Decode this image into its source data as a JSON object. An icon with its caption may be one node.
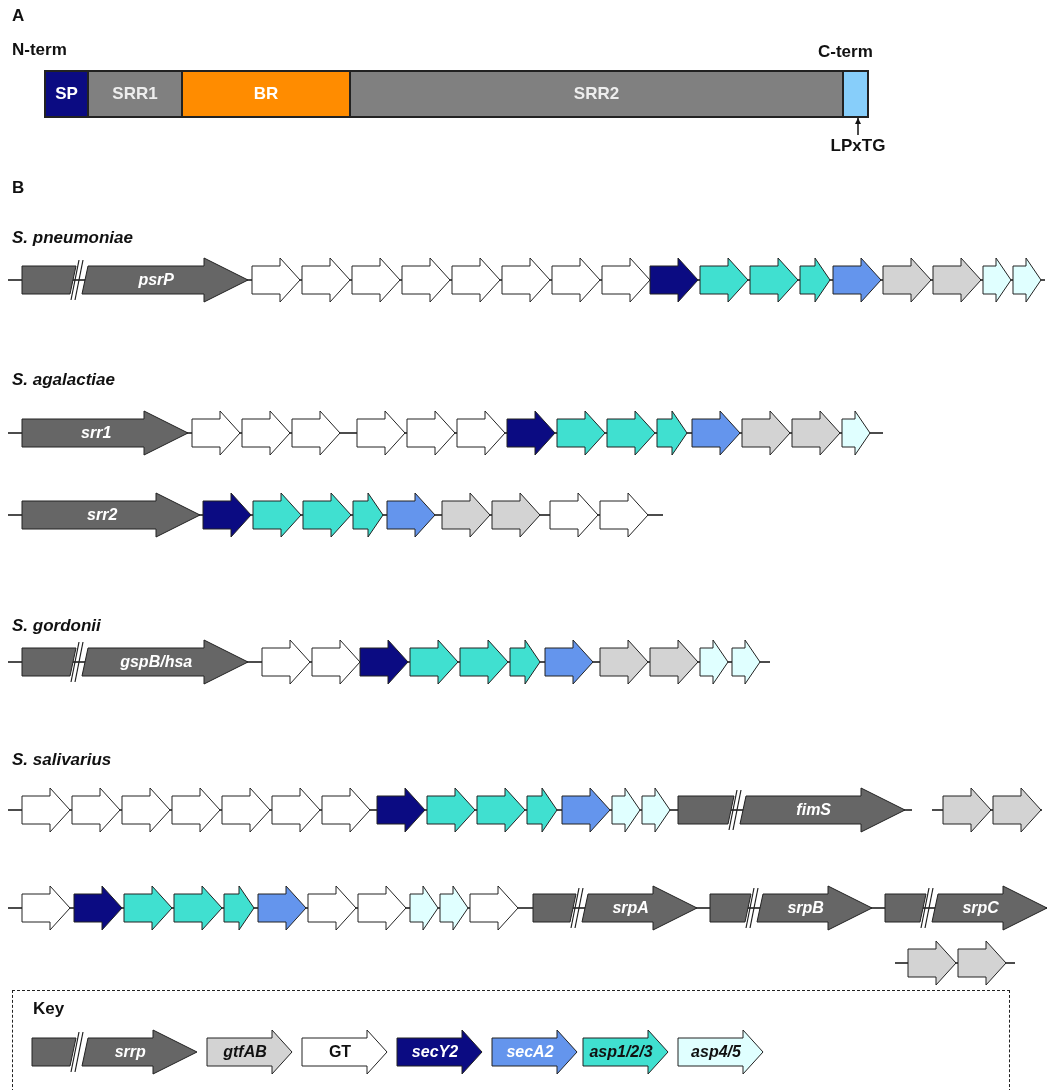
{
  "diagram": {
    "nodes": [
      {
        "text": [
          "SP"
        ]
      },
      {
        "text": [
          "SRR1"
        ]
      },
      {
        "text": [
          "BR"
        ]
      },
      {
        "text": [
          "SRR2"
        ]
      },
      {
        "text": [],
        "shape": "box"
      },
      {
        "text": [
          "LPxTG"
        ]
      },
      {
        "text": [
          "psrP"
        ]
      },
      {
        "text": [],
        "shape": "arrow"
      },
      {
        "text": [],
        "shape": "arrow"
      },
      {
        "text": [],
        "shape": "arrow"
      },
      {
        "text": [],
        "shape": "arrow"
      },
      {
        "text": [],
        "shape": "arrow"
      },
      {
        "text": [],
        "shape": "arrow"
      },
      {
        "text": [],
        "shape": "arrow"
      },
      {
        "text": [],
        "shape": "arrow"
      },
      {
        "text": [],
        "shape": "arrow"
      },
      {
        "text": [],
        "shape": "arrow"
      },
      {
        "text": [],
        "shape": "arrow"
      },
      {
        "text": [],
        "shape": "arrow"
      },
      {
        "text": [],
        "shape": "arrow"
      },
      {
        "text": [],
        "shape": "arrow"
      },
      {
        "text": [],
        "shape": "arrow"
      },
      {
        "text": [],
        "shape": "arrow"
      },
      {
        "text": [],
        "shape": "arrow"
      },
      {
        "text": [
          "srr1"
        ]
      },
      {
        "text": [],
        "shape": "arrow"
      },
      {
        "text": [],
        "shape": "arrow"
      },
      {
        "text": [],
        "shape": "arrow"
      },
      {
        "text": [],
        "shape": "arrow"
      },
      {
        "text": [],
        "shape": "arrow"
      },
      {
        "text": [],
        "shape": "arrow"
      },
      {
        "text": [],
        "shape": "arrow"
      },
      {
        "text": [],
        "shape": "arrow"
      },
      {
        "text": [],
        "shape": "arrow"
      },
      {
        "text": [],
        "shape": "arrow"
      },
      {
        "text": [],
        "shape": "arrow"
      },
      {
        "text": [],
        "shape": "arrow"
      },
      {
        "text": [],
        "shape": "arrow"
      },
      {
        "text": [],
        "shape": "arrow"
      },
      {
        "text": [
          "srr2"
        ]
      },
      {
        "text": [],
        "shape": "arrow"
      },
      {
        "text": [],
        "shape": "arrow"
      },
      {
        "text": [],
        "shape": "arrow"
      },
      {
        "text": [],
        "shape": "arrow"
      },
      {
        "text": [],
        "shape": "arrow"
      },
      {
        "text": [],
        "shape": "arrow"
      },
      {
        "text": [],
        "shape": "arrow"
      },
      {
        "text": [],
        "shape": "arrow"
      },
      {
        "text": [],
        "shape": "arrow"
      },
      {
        "text": [
          "gspB/hsa"
        ]
      },
      {
        "text": [],
        "shape": "arrow"
      },
      {
        "text": [],
        "shape": "arrow"
      },
      {
        "text": [],
        "shape": "arrow"
      },
      {
        "text": [],
        "shape": "arrow"
      },
      {
        "text": [],
        "shape": "arrow"
      },
      {
        "text": [],
        "shape": "arrow"
      },
      {
        "text": [],
        "shape": "arrow"
      },
      {
        "text": [],
        "shape": "arrow"
      },
      {
        "text": [],
        "shape": "arrow"
      },
      {
        "text": [],
        "shape": "arrow"
      },
      {
        "text": [],
        "shape": "arrow"
      },
      {
        "text": [],
        "shape": "arrow"
      },
      {
        "text": [],
        "shape": "arrow"
      },
      {
        "text": [],
        "shape": "arrow"
      },
      {
        "text": [],
        "shape": "arrow"
      },
      {
        "text": [],
        "shape": "arrow"
      },
      {
        "text": [],
        "shape": "arrow"
      },
      {
        "text": [],
        "shape": "arrow"
      },
      {
        "text": [],
        "shape": "arrow"
      },
      {
        "text": [],
        "shape": "arrow"
      },
      {
        "text": [],
        "shape": "arrow"
      },
      {
        "text": [],
        "shape": "arrow"
      },
      {
        "text": [],
        "shape": "arrow"
      },
      {
        "text": [],
        "shape": "arrow"
      },
      {
        "text": [],
        "shape": "arrow"
      },
      {
        "text": [
          "fimS"
        ]
      },
      {
        "text": [],
        "shape": "arrow"
      },
      {
        "text": [],
        "shape": "arrow"
      },
      {
        "text": [],
        "shape": "arrow"
      },
      {
        "text": [],
        "shape": "arrow"
      },
      {
        "text": [],
        "shape": "arrow"
      },
      {
        "text": [],
        "shape": "arrow"
      },
      {
        "text": [],
        "shape": "arrow"
      },
      {
        "text": [],
        "shape": "arrow"
      },
      {
        "text": [],
        "shape": "arrow"
      },
      {
        "text": [],
        "shape": "arrow"
      },
      {
        "text": [],
        "shape": "arrow"
      },
      {
        "text": [],
        "shape": "arrow"
      },
      {
        "text": [],
        "shape": "arrow"
      },
      {
        "text": [
          "srpA"
        ]
      },
      {
        "text": [
          "srpB"
        ]
      },
      {
        "text": [
          "srpC"
        ]
      },
      {
        "text": [],
        "shape": "arrow"
      },
      {
        "text": [],
        "shape": "arrow"
      },
      {
        "text": [
          "Key"
        ]
      },
      {
        "text": [
          "srrp"
        ],
        "in": 94
      },
      {
        "text": [
          "gtfAB"
        ],
        "in": 94
      },
      {
        "text": [
          "GT"
        ],
        "in": 94
      },
      {
        "text": [
          "secY2"
        ],
        "in": 94
      },
      {
        "text": [
          "secA2"
        ],
        "in": 94
      },
      {
        "text": [
          "asp1/2/3"
        ],
        "in": 94
      },
      {
        "text": [
          "asp4/5"
        ],
        "in": 94
      }
    ],
    "edges": [
      {
        "from": 5,
        "to": 4,
        "arrow": "to"
      }
    ],
    "labels": [
      "A",
      "N-term",
      "C-term",
      "B",
      "S. pneumoniae",
      "S. agalactiae",
      "S. gordonii",
      "S. salivarius"
    ]
  }
}
